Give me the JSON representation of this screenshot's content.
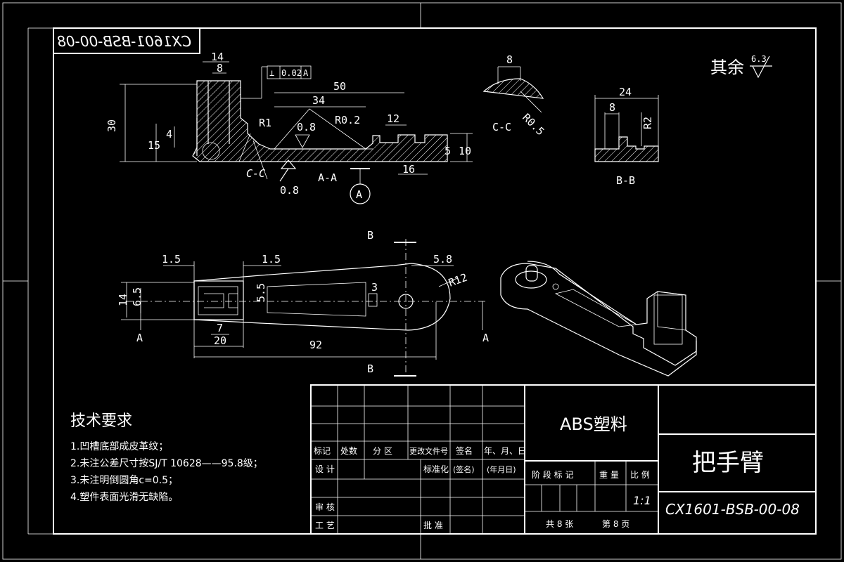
{
  "drawing_number": "CX1601-BSB-00-08",
  "drawing_number_mirrored": "CX1601-BSB-00-08",
  "surface_finish": {
    "label": "其余",
    "value": "6.3"
  },
  "views": {
    "section_aa_label": "A-A",
    "section_cc_label": "C-C",
    "section_cc_ref": "C-C",
    "section_bb_label": "B-B",
    "view_a_marker": "A",
    "cut_a_left": "A",
    "cut_a_right": "A",
    "cut_b_top": "B",
    "cut_b_bottom": "B"
  },
  "dimensions": {
    "top": [
      "14",
      "8",
      "50",
      "34",
      "12",
      "30",
      "15",
      "4",
      "R1",
      "0.8",
      "R0.2",
      "5",
      "10",
      "16",
      "0.8"
    ],
    "tolerance": {
      "symbol": "⊥",
      "value": "0.02",
      "datum": "A"
    },
    "cc": [
      "8",
      "R0.5"
    ],
    "bb": [
      "24",
      "8",
      "R2"
    ],
    "plan": [
      "1.5",
      "1.5",
      "5.8",
      "14",
      "6.5",
      "5.5",
      "3",
      "R12",
      "7",
      "20",
      "92"
    ]
  },
  "tech_requirements": {
    "title": "技术要求",
    "items": [
      "1.凹槽底部成皮革纹；",
      "2.未注公差尺寸按SJ/T 10628——95.8级；",
      "3.未注明倒圆角c=0.5；",
      "4.塑件表面光滑无缺陷。"
    ]
  },
  "title_block": {
    "material": "ABS塑料",
    "part_name": "把手臂",
    "drawing_no": "CX1601-BSB-00-08",
    "scale": "1:1",
    "headers": [
      "标记",
      "处数",
      "分 区",
      "更改文件号",
      "签名",
      "年、月、日"
    ],
    "design": "设 计",
    "standardize": "标准化",
    "sign": "(签名)",
    "date": "(年月日)",
    "stage_labels": [
      "阶 段 标 记",
      "重 量",
      "比 例"
    ],
    "review": "审 核",
    "process": "工 艺",
    "approve": "批 准",
    "sheets_total": "共 8 张",
    "sheet_no": "第 8 页"
  }
}
